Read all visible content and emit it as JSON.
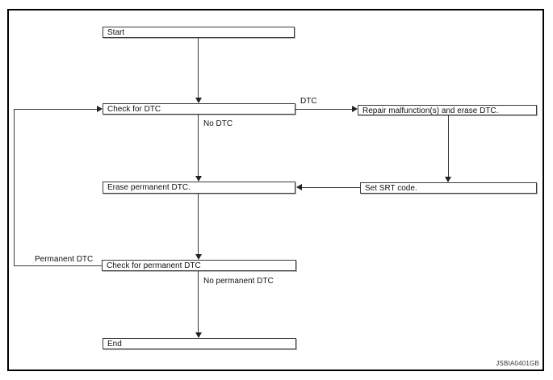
{
  "diagram": {
    "type": "flowchart",
    "nodes": {
      "start": "Start",
      "check_dtc": "Check for DTC",
      "repair": "Repair malfunction(s) and erase DTC.",
      "erase_permanent": "Erase permanent DTC.",
      "set_srt": "Set SRT code.",
      "check_permanent": "Check for permanent DTC",
      "end": "End"
    },
    "edge_labels": {
      "dtc": "DTC",
      "no_dtc": "No DTC",
      "permanent_dtc": "Permanent DTC",
      "no_permanent_dtc": "No permanent DTC"
    },
    "edges": [
      {
        "from": "start",
        "to": "check_dtc",
        "label": ""
      },
      {
        "from": "check_dtc",
        "to": "repair",
        "label": "DTC"
      },
      {
        "from": "check_dtc",
        "to": "erase_permanent",
        "label": "No DTC"
      },
      {
        "from": "repair",
        "to": "set_srt",
        "label": ""
      },
      {
        "from": "set_srt",
        "to": "erase_permanent",
        "label": ""
      },
      {
        "from": "erase_permanent",
        "to": "check_permanent",
        "label": ""
      },
      {
        "from": "check_permanent",
        "to": "check_dtc",
        "label": "Permanent DTC"
      },
      {
        "from": "check_permanent",
        "to": "end",
        "label": "No permanent DTC"
      }
    ],
    "watermark": "JSBIA0401GB",
    "colors": {
      "line": "#3a3a3a",
      "border": "#000000",
      "background": "#ffffff",
      "text": "#111111"
    }
  }
}
